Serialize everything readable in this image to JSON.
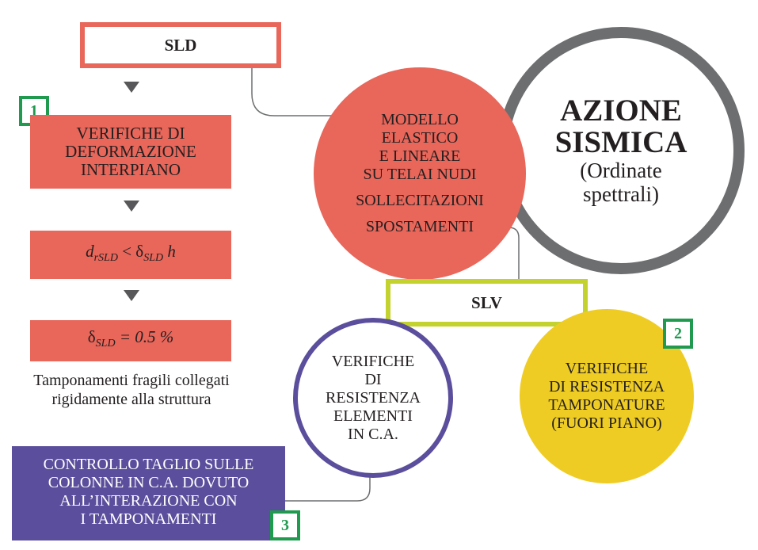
{
  "sld": {
    "label": "SLD"
  },
  "slv": {
    "label": "SLV"
  },
  "badges": {
    "b1": "1",
    "b2": "2",
    "b3": "3"
  },
  "left_column": {
    "verifiche_deformazione": [
      "VERIFICHE DI",
      "DEFORMAZIONE",
      "INTERPIANO"
    ],
    "formula1": {
      "d": "d",
      "d_sub": "rSLD",
      "lt": " < δ",
      "delta_sub": "SLD",
      "h": " h"
    },
    "formula2": {
      "delta": "δ",
      "delta_sub": "SLD",
      "rest": " = 0.5 %"
    },
    "caption": [
      "Tamponamenti fragili collegati",
      "rigidamente alla struttura"
    ]
  },
  "red_circle": {
    "lines": [
      "MODELLO",
      "ELASTICO",
      "E LINEARE",
      "SU TELAI NUDI"
    ],
    "sollecitazioni": "SOLLECITAZIONI",
    "spostamenti": "SPOSTAMENTI"
  },
  "azione": {
    "title1": "AZIONE",
    "title2": "SISMICA",
    "sub1": "(Ordinate",
    "sub2": "spettrali)"
  },
  "purple_circle": {
    "lines": [
      "VERIFICHE",
      "DI",
      "RESISTENZA",
      "ELEMENTI",
      "IN C.A."
    ]
  },
  "yellow_circle": {
    "lines": [
      "VERIFICHE",
      "DI RESISTENZA",
      "TAMPONATURE",
      "(FUORI PIANO)"
    ]
  },
  "purple_rect": {
    "lines": [
      "CONTROLLO TAGLIO SULLE",
      "COLONNE IN C.A. DOVUTO",
      "ALL’INTERAZIONE CON",
      "I TAMPONAMENTI"
    ]
  },
  "colors": {
    "red": "#e8665a",
    "gray": "#6d6e70",
    "yellow": "#efcc24",
    "purple": "#5b4e9c",
    "green": "#1f9a4e",
    "lime": "#c3d22f"
  }
}
